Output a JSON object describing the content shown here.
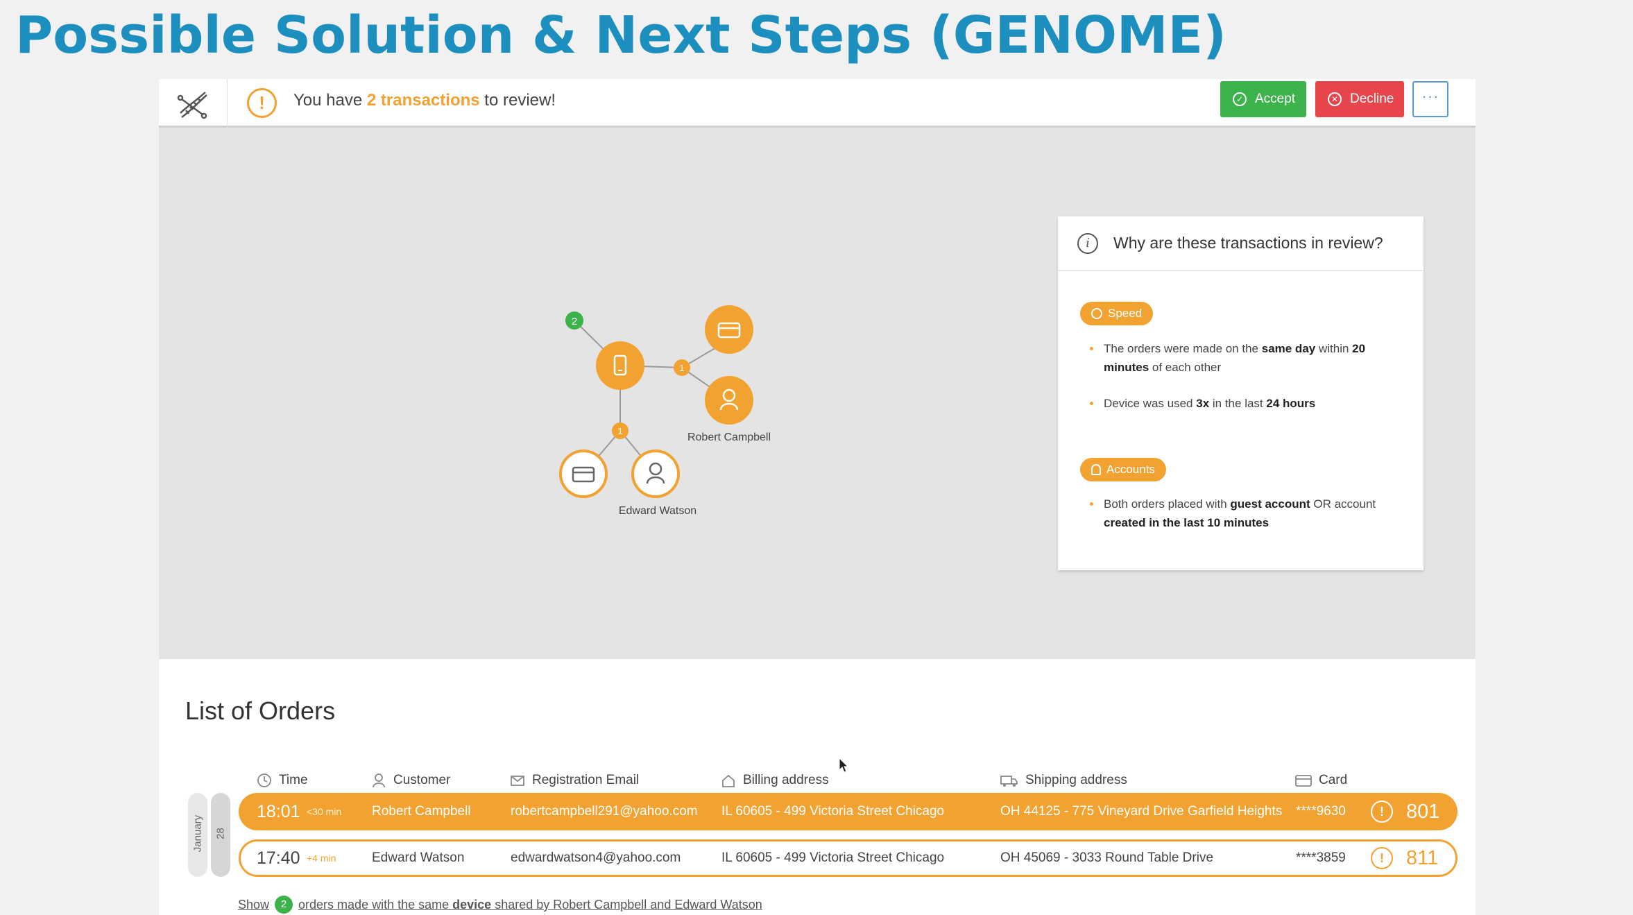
{
  "slide": {
    "title": "Possible Solution & Next Steps (GENOME)"
  },
  "topbar": {
    "alert_prefix": "You have",
    "alert_highlight": "2 transactions",
    "alert_suffix": "to review!",
    "accept_label": "Accept",
    "decline_label": "Decline",
    "more_label": "···"
  },
  "graph": {
    "nodes": [
      {
        "name": "graph-node-device",
        "icon": "phone-icon",
        "label": ""
      },
      {
        "name": "graph-node-card-top",
        "icon": "credit-card-icon",
        "label": ""
      },
      {
        "name": "graph-node-robert",
        "icon": "person-icon",
        "label": "Robert Campbell"
      },
      {
        "name": "graph-node-card-left",
        "icon": "credit-card-icon",
        "label": ""
      },
      {
        "name": "graph-node-edward",
        "icon": "person-icon",
        "label": "Edward Watson"
      }
    ],
    "badges": [
      "2",
      "1",
      "1"
    ]
  },
  "info": {
    "title": "Why are these transactions in review?",
    "speed_tag": "Speed",
    "speed_b1_a": "The orders were made on the ",
    "speed_b1_b": "same day",
    "speed_b1_c": " within ",
    "speed_b1_d": "20 minutes",
    "speed_b1_e": " of each other",
    "speed_b2_a": "Device was used ",
    "speed_b2_b": "3x",
    "speed_b2_c": " in the last ",
    "speed_b2_d": "24 hours",
    "accounts_tag": "Accounts",
    "acc_b1_a": "Both orders placed with ",
    "acc_b1_b": "guest account",
    "acc_b1_c": " OR account ",
    "acc_b1_d": "created in the last 10 minutes"
  },
  "orders": {
    "title": "List of Orders",
    "columns": {
      "time": "Time",
      "customer": "Customer",
      "email": "Registration Email",
      "billing": "Billing address",
      "shipping": "Shipping address",
      "card": "Card"
    },
    "date_month": "January",
    "date_day": "28",
    "rows": [
      {
        "time": "18:01",
        "delta": "<30 min",
        "customer": "Robert Campbell",
        "email": "robertcampbell291@yahoo.com",
        "billing": "IL 60605 - 499 Victoria Street Chicago",
        "shipping": "OH 44125 - 775 Vineyard Drive Garfield Heights",
        "card": "****9630",
        "score": "801"
      },
      {
        "time": "17:40",
        "delta": "+4 min",
        "customer": "Edward Watson",
        "email": "edwardwatson4@yahoo.com",
        "billing": "IL 60605 - 499 Victoria Street Chicago",
        "shipping": "OH 45069 - 3033 Round Table Drive",
        "card": "****3859",
        "score": "811"
      }
    ],
    "show_word": "Show",
    "show_count": "2",
    "show_a": "orders made with the same ",
    "show_b": "device",
    "show_c": " shared by Robert Campbell and Edward Watson"
  },
  "colors": {
    "accent": "#f2a231",
    "accept": "#3bb24a",
    "decline": "#e5454b",
    "title": "#1d8fbf",
    "more_border": "#5b9bd5"
  }
}
